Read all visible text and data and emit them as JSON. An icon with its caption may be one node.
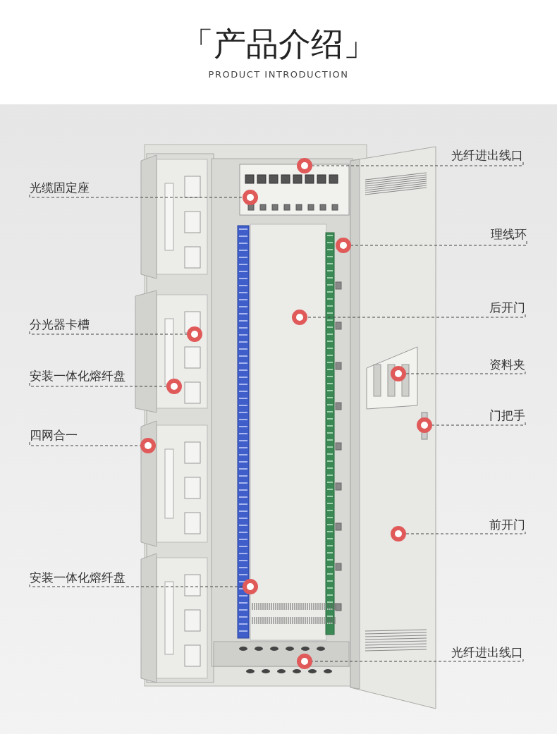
{
  "diagram": {
    "title": "「产品介绍」",
    "labels": [
      "PRODUCT INTRODUCTION"
    ],
    "nodes": [
      {
        "text": [],
        "shape": "picture"
      },
      {
        "text": [
          "光纤进出线口"
        ]
      },
      {
        "text": [],
        "shape": "circle",
        "in": 0
      },
      {
        "text": [
          "光缆固定座"
        ]
      },
      {
        "text": [],
        "shape": "circle",
        "in": 0
      },
      {
        "text": [
          "理线环"
        ]
      },
      {
        "text": [],
        "shape": "circle",
        "in": 0
      },
      {
        "text": [
          "后开门"
        ]
      },
      {
        "text": [],
        "shape": "circle",
        "in": 0
      },
      {
        "text": [
          "分光器卡槽"
        ]
      },
      {
        "text": [],
        "shape": "circle",
        "in": 0
      },
      {
        "text": [
          "资料夹"
        ]
      },
      {
        "text": [],
        "shape": "circle"
      },
      {
        "text": [
          "安装一体化熔纤盘"
        ]
      },
      {
        "text": [],
        "shape": "circle",
        "in": 0
      },
      {
        "text": [
          "门把手"
        ]
      },
      {
        "text": [],
        "shape": "circle"
      },
      {
        "text": [
          "四网合一"
        ]
      },
      {
        "text": [],
        "shape": "circle",
        "in": 0
      },
      {
        "text": [
          "前开门"
        ]
      },
      {
        "text": [],
        "shape": "circle"
      },
      {
        "text": [
          "安装一体化熔纤盘"
        ]
      },
      {
        "text": [],
        "shape": "circle",
        "in": 0
      },
      {
        "text": [
          "光纤进出线口"
        ]
      },
      {
        "text": [],
        "shape": "circle",
        "in": 0
      }
    ],
    "edges": [
      {
        "from": 1,
        "to": 2,
        "arrow": "none"
      },
      {
        "from": 3,
        "to": 4,
        "arrow": "none"
      },
      {
        "from": 5,
        "to": 6,
        "arrow": "none"
      },
      {
        "from": 7,
        "to": 8,
        "arrow": "none"
      },
      {
        "from": 9,
        "to": 10,
        "arrow": "none"
      },
      {
        "from": 11,
        "to": 12,
        "arrow": "none"
      },
      {
        "from": 13,
        "to": 14,
        "arrow": "none"
      },
      {
        "from": 15,
        "to": 16,
        "arrow": "none"
      },
      {
        "from": 17,
        "to": 18,
        "arrow": "none"
      },
      {
        "from": 19,
        "to": 20,
        "arrow": "none"
      },
      {
        "from": 21,
        "to": 22,
        "arrow": "none"
      },
      {
        "from": 23,
        "to": 24,
        "arrow": "none"
      }
    ]
  }
}
